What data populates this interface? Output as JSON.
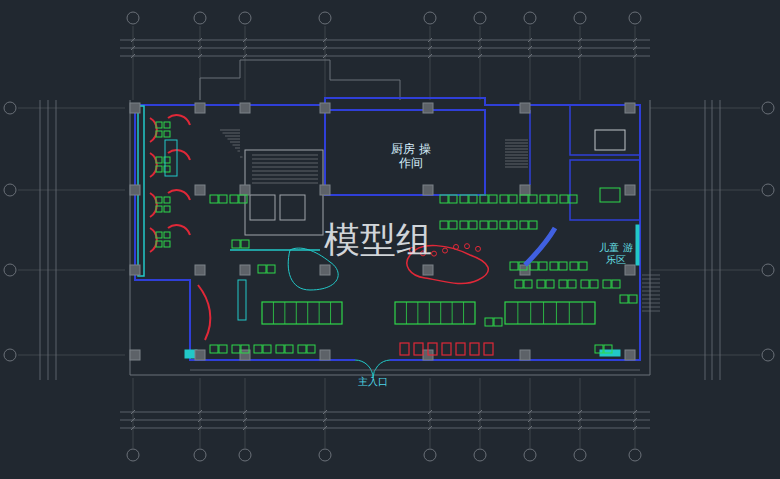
{
  "diagram": {
    "nodes": [
      {
        "text": [
          "厨房 操作间"
        ]
      },
      {
        "text": [
          "儿童 游乐区"
        ]
      }
    ],
    "labels": [
      "模型组",
      "主入口"
    ]
  }
}
